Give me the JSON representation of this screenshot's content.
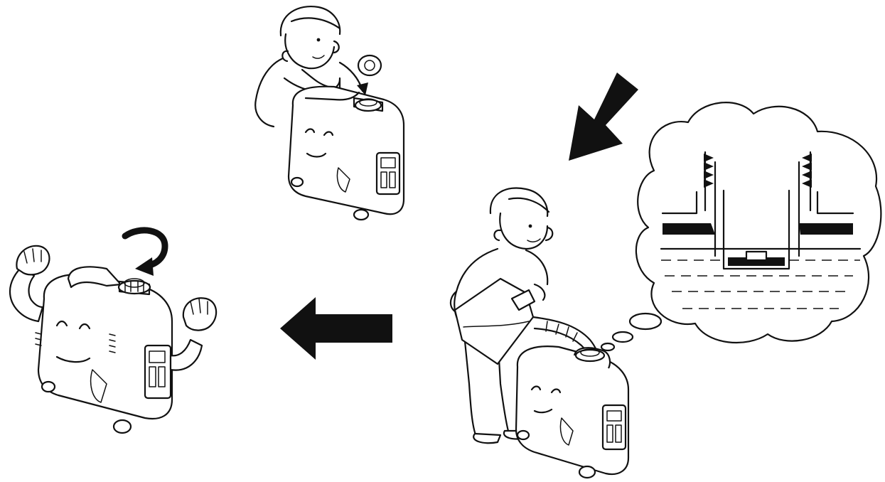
{
  "steps": [
    {
      "id": "remove-cap",
      "icon": "man-removing-fuel-cap"
    },
    {
      "id": "fill-fuel",
      "icon": "man-pouring-fuel-from-can"
    },
    {
      "id": "close-cap",
      "icon": "happy-generator-tightening-cap"
    }
  ],
  "callout": {
    "icon": "fuel-level-inset-thought-bubble"
  },
  "flow_arrows": [
    "down-left-arrow",
    "left-arrow"
  ],
  "colors": {
    "ink": "#111111",
    "paper": "#ffffff"
  }
}
